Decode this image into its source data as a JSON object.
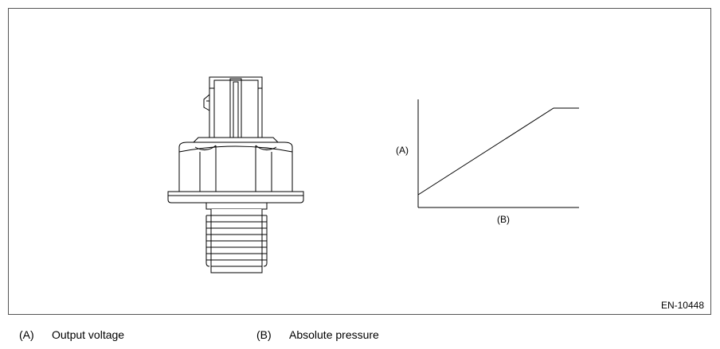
{
  "figure": {
    "code": "EN-10448"
  },
  "graph": {
    "y_axis_label": "(A)",
    "x_axis_label": "(B)"
  },
  "legend": [
    {
      "key": "(A)",
      "text": "Output voltage"
    },
    {
      "key": "(B)",
      "text": "Absolute pressure"
    }
  ],
  "icons": {
    "sensor": "pressure-sensor-drawing"
  }
}
